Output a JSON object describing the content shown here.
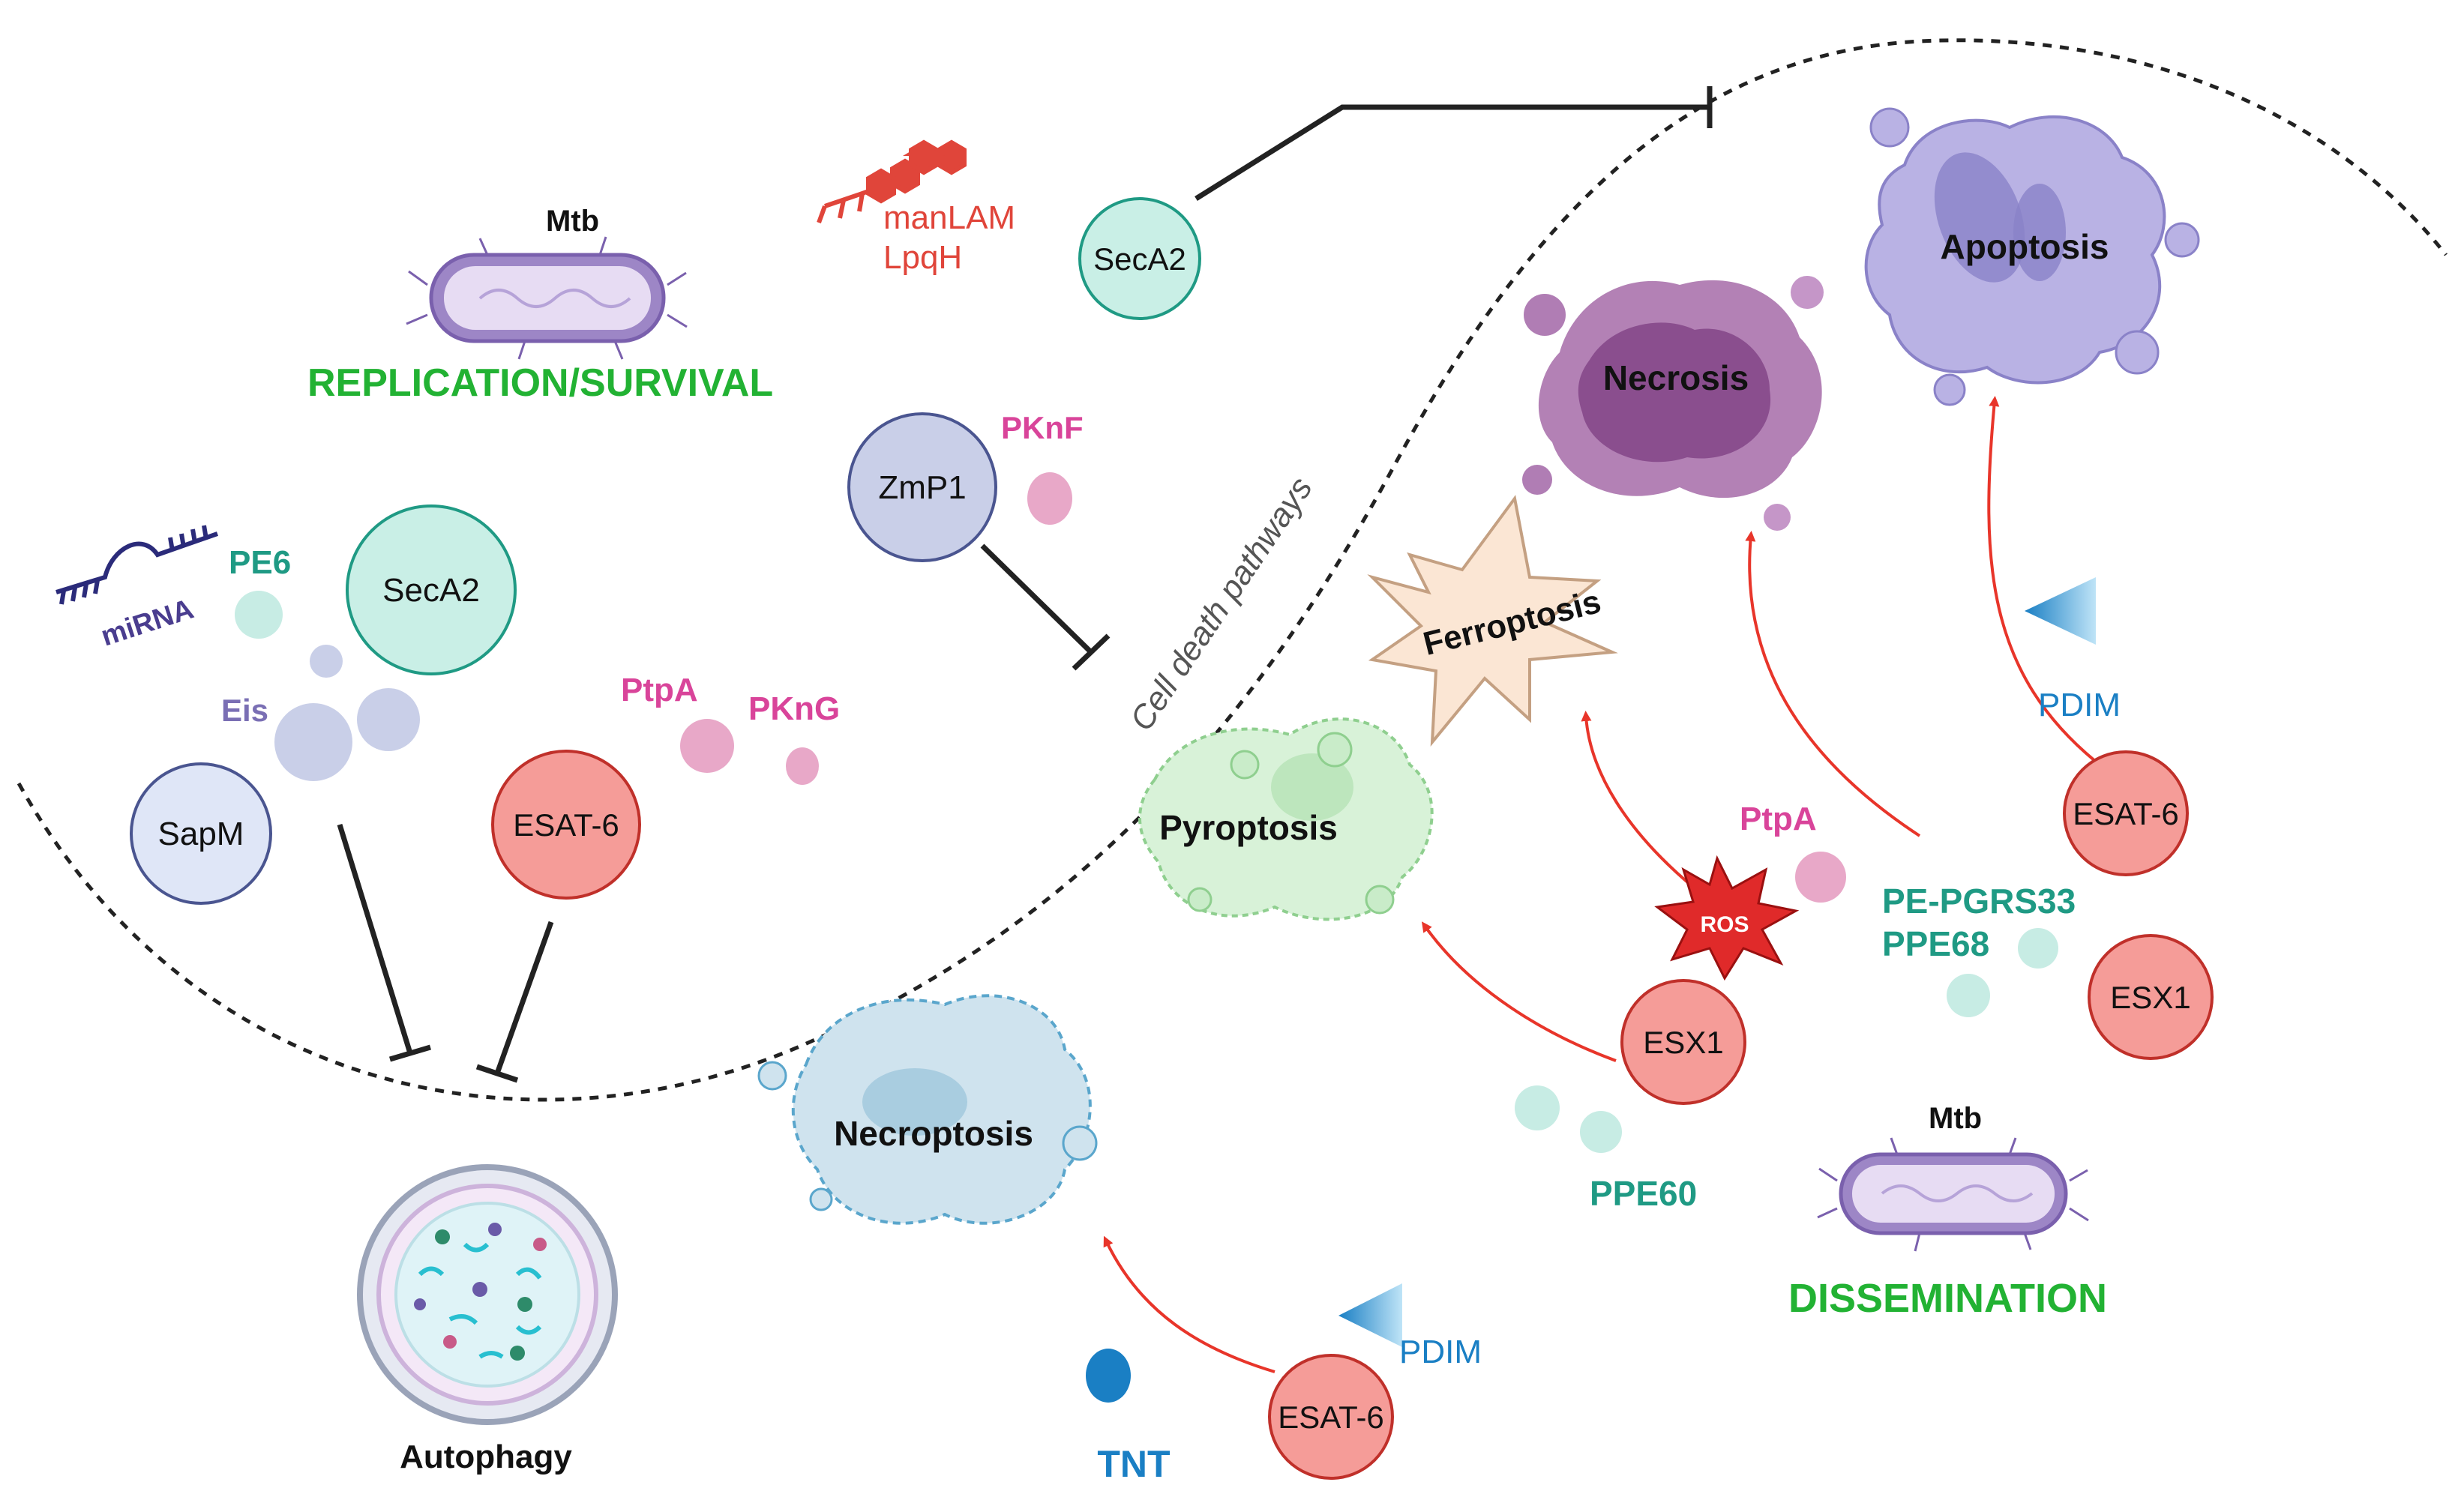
{
  "colors": {
    "green_heading": "#22b233",
    "black": "#111111",
    "red_label": "#e0453a",
    "magenta": "#d9449a",
    "teal": "#1f9a84",
    "blue": "#1a7fc4",
    "purple_text": "#4a3d8f",
    "eis_text": "#7a6fb4",
    "red_arrow": "#e8352a",
    "node_red": "#f59c98",
    "node_teal": "#b9ebe0",
    "node_purple": "#c9cfe8",
    "node_lavender": "#dfe6f7"
  },
  "labels": {
    "mtb_top": "Mtb",
    "replication": "REPLICATION/SURVIVAL",
    "manlam": "manLAM",
    "lpqh": "LpqH",
    "seca2_top": "SecA2",
    "zmp1": "ZmP1",
    "pknf": "PKnF",
    "mirna": "miRNA",
    "pe6": "PE6",
    "seca2_left": "SecA2",
    "eis": "Eis",
    "sapm": "SapM",
    "ptpa_left": "PtpA",
    "pkng": "PKnG",
    "esat6_left": "ESAT-6",
    "autophagy": "Autophagy",
    "cell_death": "Cell death pathways",
    "necrosis": "Necrosis",
    "apoptosis": "Apoptosis",
    "ferroptosis": "Ferroptosis",
    "pyroptosis": "Pyroptosis",
    "necroptosis": "Necroptosis",
    "pdim_right": "PDIM",
    "esat6_right": "ESAT-6",
    "ptpa_right": "PtpA",
    "ros": "ROS",
    "pe_pgrs33": "PE-PGRS33",
    "ppe68": "PPE68",
    "esx1_right": "ESX1",
    "esx1_mid": "ESX1",
    "ppe60": "PPE60",
    "mtb_bottom": "Mtb",
    "dissemination": "DISSEMINATION",
    "pdim_bottom": "PDIM",
    "tnt": "TNT",
    "esat6_bottom": "ESAT-6"
  }
}
